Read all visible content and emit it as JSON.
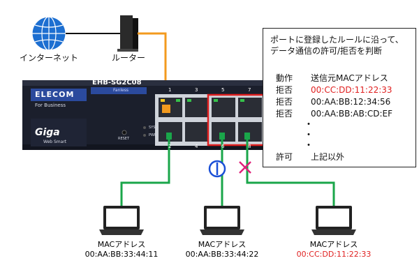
{
  "network": {
    "internet_label": "インターネット",
    "router_label": "ルーター"
  },
  "switch": {
    "brand": "ELECOM",
    "model": "EHB-SG2C08",
    "fanless": "Fanless",
    "for_business": "For Business",
    "giga": "Giga",
    "web_smart": "Web Smart",
    "reset": "RESET",
    "sys": "SYS",
    "pwr": "PWR",
    "port_numbers_top": [
      "1",
      "3",
      "5",
      "7"
    ],
    "port_numbers_bottom": [
      "2",
      "4",
      "6",
      "8"
    ]
  },
  "rule_box": {
    "line1": "ポートに登録したルールに沿って、",
    "line2": "データ通信の許可/拒否を判断",
    "header_action": "動作",
    "header_mac": "送信元MACアドレス",
    "rows": [
      {
        "action": "拒否",
        "mac": "00:CC:DD:11:22:33",
        "highlight": true
      },
      {
        "action": "拒否",
        "mac": "00:AA:BB:12:34:56",
        "highlight": false
      },
      {
        "action": "拒否",
        "mac": "00:AA:BB:AB:CD:EF",
        "highlight": false
      }
    ],
    "dots": [
      "・",
      "・",
      "・"
    ],
    "last_action": "許可",
    "last_mac": "上記以外"
  },
  "clients": [
    {
      "title": "MACアドレス",
      "mac": "00:AA:BB:33:44:11",
      "color": "#111111"
    },
    {
      "title": "MACアドレス",
      "mac": "00:AA:BB:33:44:22",
      "color": "#111111"
    },
    {
      "title": "MACアドレス",
      "mac": "00:CC:DD:11:22:33",
      "color": "#e02020"
    }
  ],
  "colors": {
    "uplink": "#f39a1e",
    "client_link": "#1aa64a",
    "highlight_red": "#e02020",
    "allow_blue": "#1a4fd6",
    "deny_pink": "#e0207a"
  }
}
